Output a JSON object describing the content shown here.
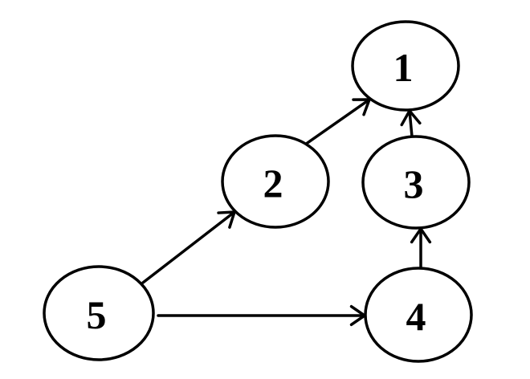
{
  "graph": {
    "nodes": [
      {
        "id": "1",
        "label": "1"
      },
      {
        "id": "2",
        "label": "2"
      },
      {
        "id": "3",
        "label": "3"
      },
      {
        "id": "4",
        "label": "4"
      },
      {
        "id": "5",
        "label": "5"
      }
    ],
    "edges": [
      {
        "from": "5",
        "to": "2"
      },
      {
        "from": "2",
        "to": "1"
      },
      {
        "from": "5",
        "to": "4"
      },
      {
        "from": "4",
        "to": "3"
      },
      {
        "from": "3",
        "to": "1"
      }
    ],
    "directed": true,
    "stroke_color": "#000000",
    "fill_color": "#ffffff"
  }
}
